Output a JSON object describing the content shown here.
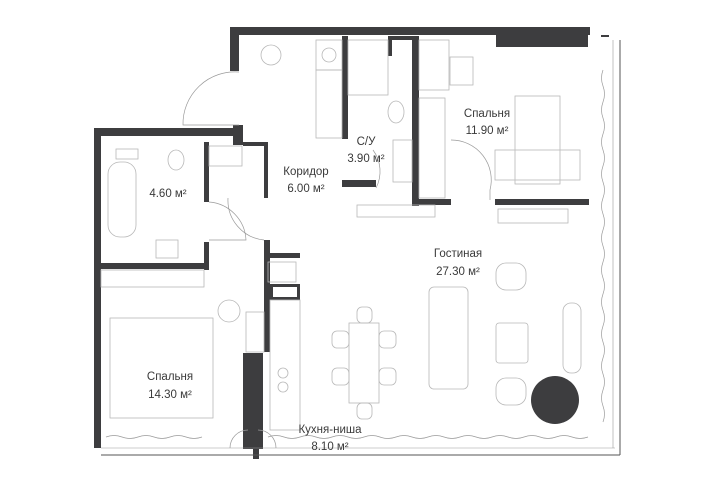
{
  "plan": {
    "rooms": [
      {
        "name": "Спальня",
        "area": "11.90 м²"
      },
      {
        "name": "С/У",
        "area": "3.90 м²"
      },
      {
        "name": "Коридор",
        "area": "6.00 м²"
      },
      {
        "name": "",
        "area": "4.60 м²"
      },
      {
        "name": "Гостиная",
        "area": "27.30 м²"
      },
      {
        "name": "Спальня",
        "area": "14.30 м²"
      },
      {
        "name": "Кухня-ниша",
        "area": "8.10 м²"
      }
    ],
    "colors": {
      "wall": "#3d3d3f",
      "furniture": "#b8b8b8"
    }
  }
}
